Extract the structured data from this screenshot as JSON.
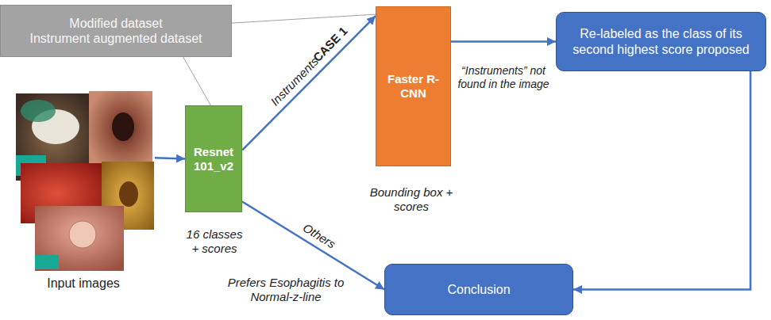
{
  "diagram": {
    "nodes": [
      {
        "text": [
          "Modified dataset",
          "Instrument augmented dataset"
        ]
      },
      {
        "text": [
          "Input images"
        ]
      },
      {
        "text": [
          "Resnet 101_v2"
        ]
      },
      {
        "text": [
          "Faster R-CNN"
        ]
      },
      {
        "text": [
          "Re-labeled as the class of its second highest score proposed"
        ]
      },
      {
        "text": [
          "Conclusion"
        ]
      }
    ],
    "edges": [
      {
        "from": 0,
        "to": 2,
        "arrow": "none"
      },
      {
        "from": 0,
        "to": 3,
        "arrow": "none"
      },
      {
        "from": 1,
        "to": 2,
        "arrow": "to"
      },
      {
        "from": 2,
        "to": 3,
        "label": "Instruments",
        "arrow": "to"
      },
      {
        "from": 3,
        "to": 4,
        "label": "“Instruments” not found in the image",
        "arrow": "to"
      },
      {
        "from": 4,
        "to": 5,
        "arrow": "to"
      },
      {
        "from": 2,
        "to": 5,
        "label": "Others",
        "arrow": "to"
      }
    ],
    "labels": [
      "CASE 1",
      "16 classes + scores",
      "Bounding box + scores",
      "Prefers Esophagitis to Normal-z-line"
    ]
  }
}
